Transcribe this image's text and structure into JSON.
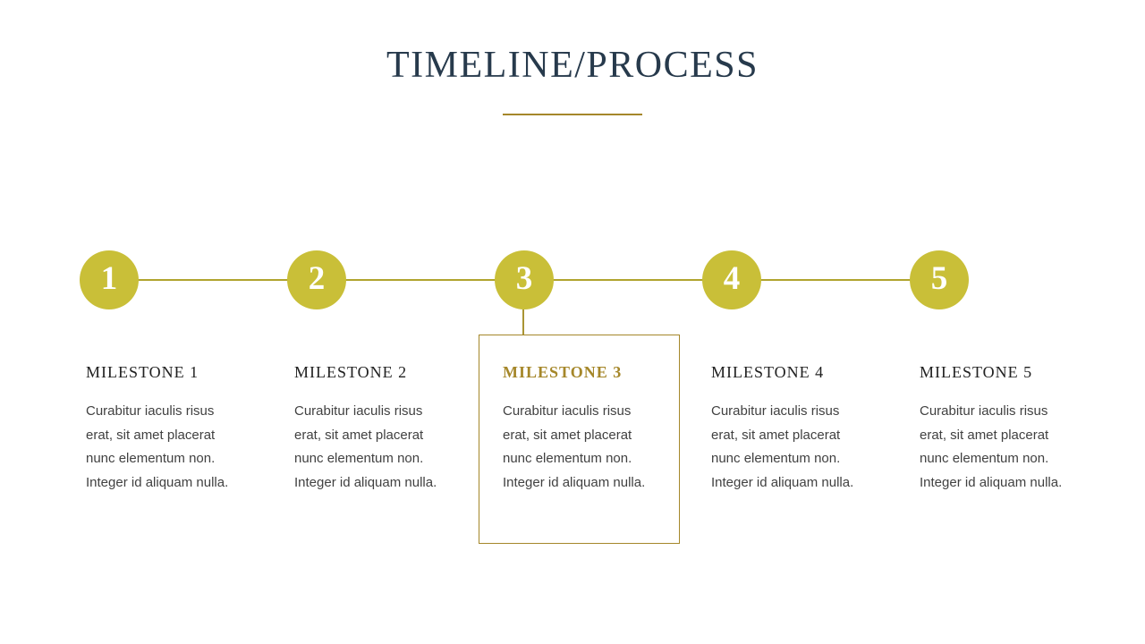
{
  "slide": {
    "title": "TIMELINE/PROCESS"
  },
  "colors": {
    "title_navy": "#273a4c",
    "circle_gold": "#c9bf38",
    "timeline_line_gold": "#b0a42e",
    "accent_gold": "#a5872a",
    "header_dark": "#212121",
    "body_gray": "#414141",
    "circle_number": "#ffffff",
    "background": "#ffffff"
  },
  "timeline": {
    "steps": [
      {
        "number": "1",
        "title": "MILESTONE 1",
        "highlighted": false,
        "body": [
          "Curabitur iaculis risus",
          "erat, sit amet placerat",
          "nunc elementum non.",
          "Integer id aliquam nulla."
        ]
      },
      {
        "number": "2",
        "title": "MILESTONE 2",
        "highlighted": false,
        "body": [
          "Curabitur iaculis risus",
          "erat, sit amet placerat",
          "nunc elementum non.",
          "Integer id aliquam nulla."
        ]
      },
      {
        "number": "3",
        "title": "MILESTONE 3",
        "highlighted": true,
        "body": [
          "Curabitur iaculis risus",
          "erat, sit amet placerat",
          "nunc elementum non.",
          "Integer id aliquam nulla."
        ]
      },
      {
        "number": "4",
        "title": "MILESTONE 4",
        "highlighted": false,
        "body": [
          "Curabitur iaculis risus",
          "erat, sit amet placerat",
          "nunc elementum non.",
          "Integer id aliquam nulla."
        ]
      },
      {
        "number": "5",
        "title": "MILESTONE 5",
        "highlighted": false,
        "body": [
          "Curabitur iaculis risus",
          "erat, sit amet placerat",
          "nunc elementum non.",
          "Integer id aliquam nulla."
        ]
      }
    ]
  }
}
